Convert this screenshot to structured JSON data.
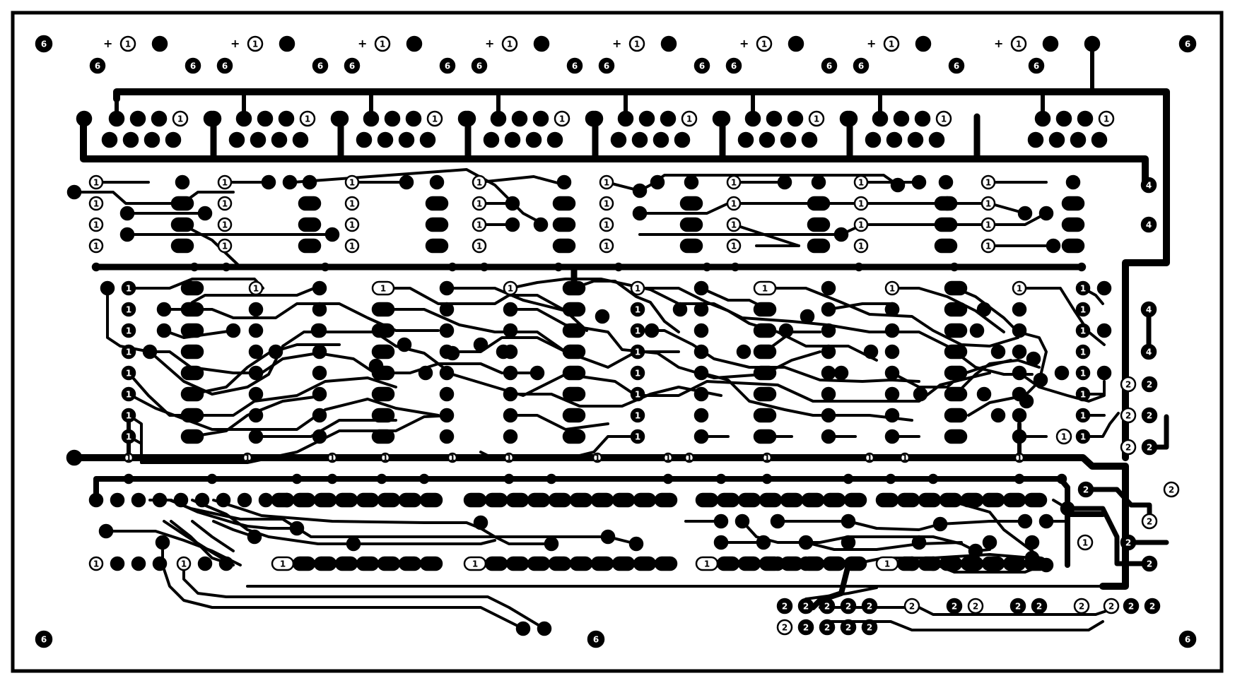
{
  "board": {
    "view": "PCB copper layer (bottom)",
    "ink_color": "#000000",
    "paper_color": "#ffffff"
  },
  "labels": {
    "mount_hole": "6",
    "plus": "+",
    "one": "1",
    "two": "2",
    "four": "4",
    "top_one": "1"
  }
}
